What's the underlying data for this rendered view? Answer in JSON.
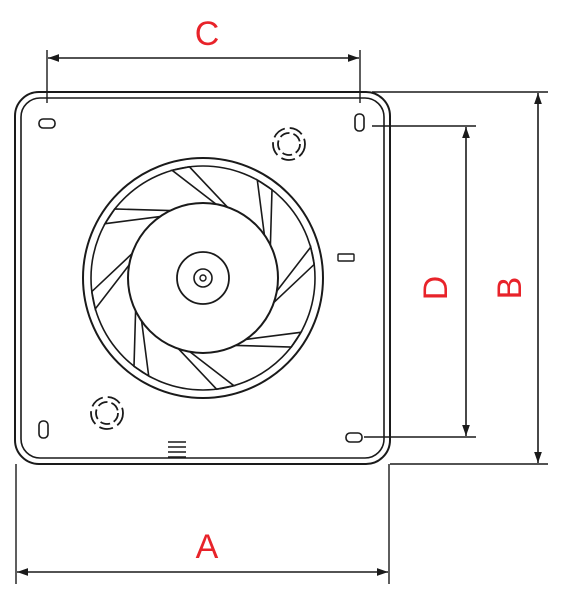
{
  "dimensions": {
    "a": "A",
    "b": "B",
    "c": "C",
    "d": "D"
  },
  "colors": {
    "label": "#e8232a",
    "line": "#1a1a1a",
    "background": "#ffffff"
  },
  "fan": {
    "blade_count": 8
  }
}
